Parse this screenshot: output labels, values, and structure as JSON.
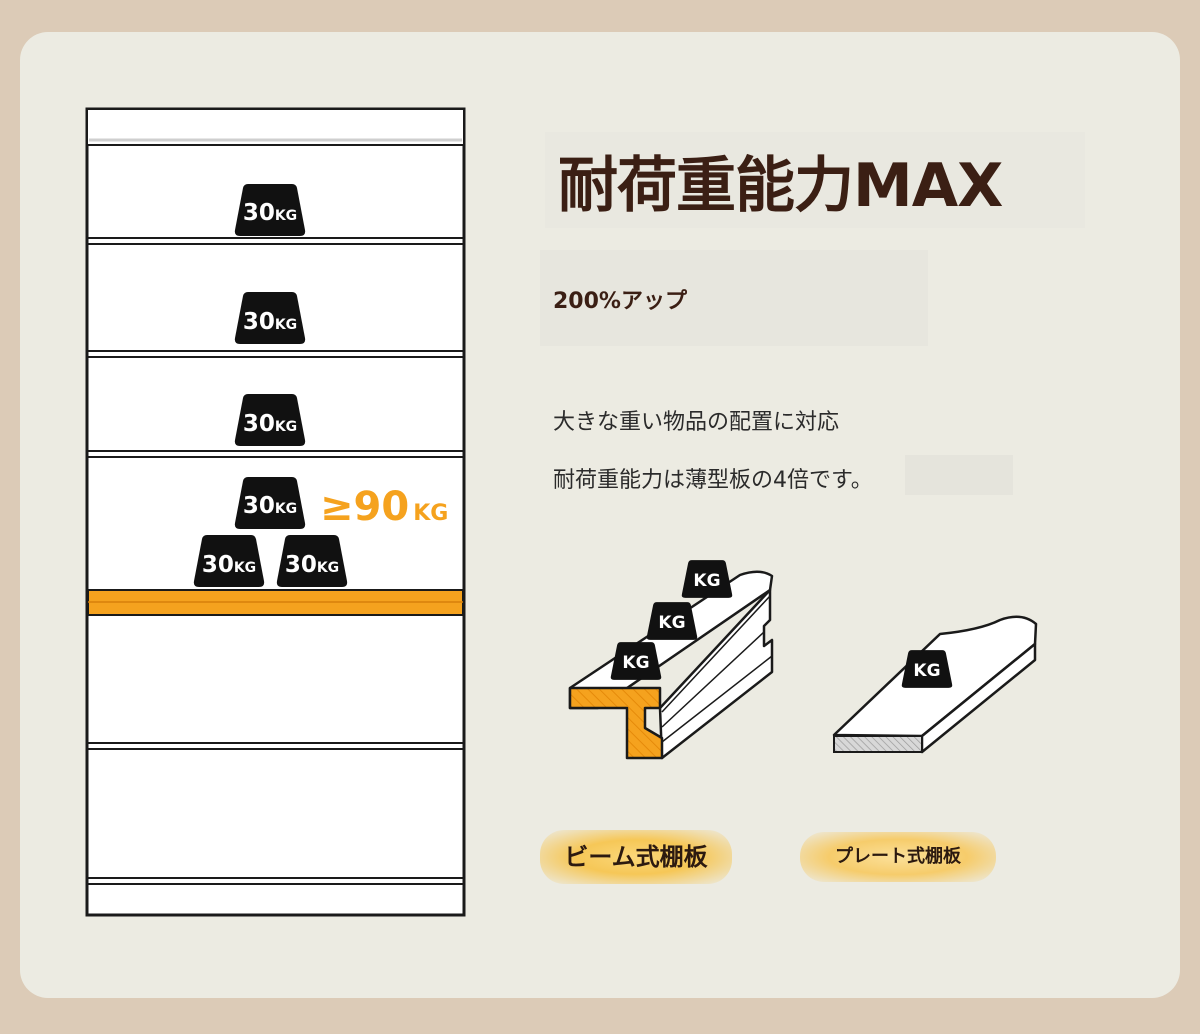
{
  "title": "耐荷重能力MAX",
  "subtitle": "200%アップ",
  "description": [
    "大きな重い物品の配置に対応",
    "耐荷重能力は薄型板の4倍です。"
  ],
  "weight_label_number": "30",
  "weight_label_unit": "KG",
  "capacity_label": "≥90",
  "capacity_unit": "KG",
  "kg_label": "KG",
  "beam_label": "ビーム式棚板",
  "plate_label": "プレート式棚板",
  "colors": {
    "background": "#dccbb7",
    "card": "#ecebe2",
    "title": "#3b1f14",
    "accent_orange": "#f5a21e",
    "weight_black": "#111111",
    "pill_yellow": "#f6c757"
  }
}
